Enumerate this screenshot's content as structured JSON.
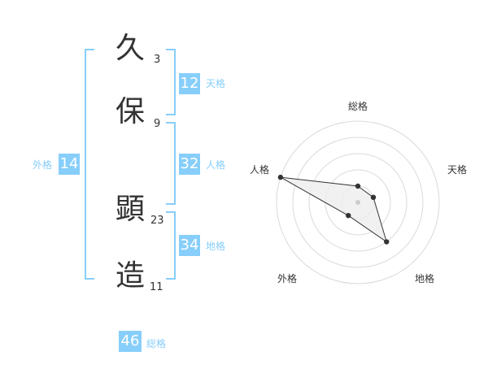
{
  "name": {
    "characters": [
      {
        "char": "久",
        "strokes": "3"
      },
      {
        "char": "保",
        "strokes": "9"
      },
      {
        "char": "顕",
        "strokes": "23"
      },
      {
        "char": "造",
        "strokes": "11"
      }
    ]
  },
  "fortune": {
    "tenkaku": {
      "value": "12",
      "label": "天格"
    },
    "jinkaku": {
      "value": "32",
      "label": "人格"
    },
    "chikaku": {
      "value": "34",
      "label": "地格"
    },
    "gaikaku": {
      "value": "14",
      "label": "外格"
    },
    "soukaku": {
      "value": "46",
      "label": "総格"
    }
  },
  "colors": {
    "accent": "#87cefa",
    "text": "#333333",
    "ring": "#d9d9d9",
    "polygon_fill": "#eeeeee",
    "center_dot": "#cccccc"
  },
  "chart_data": {
    "type": "radar",
    "axes": [
      "総格",
      "天格",
      "地格",
      "外格",
      "人格"
    ],
    "rings": 5,
    "max": 5,
    "values": [
      1,
      1,
      3,
      1,
      5
    ]
  }
}
